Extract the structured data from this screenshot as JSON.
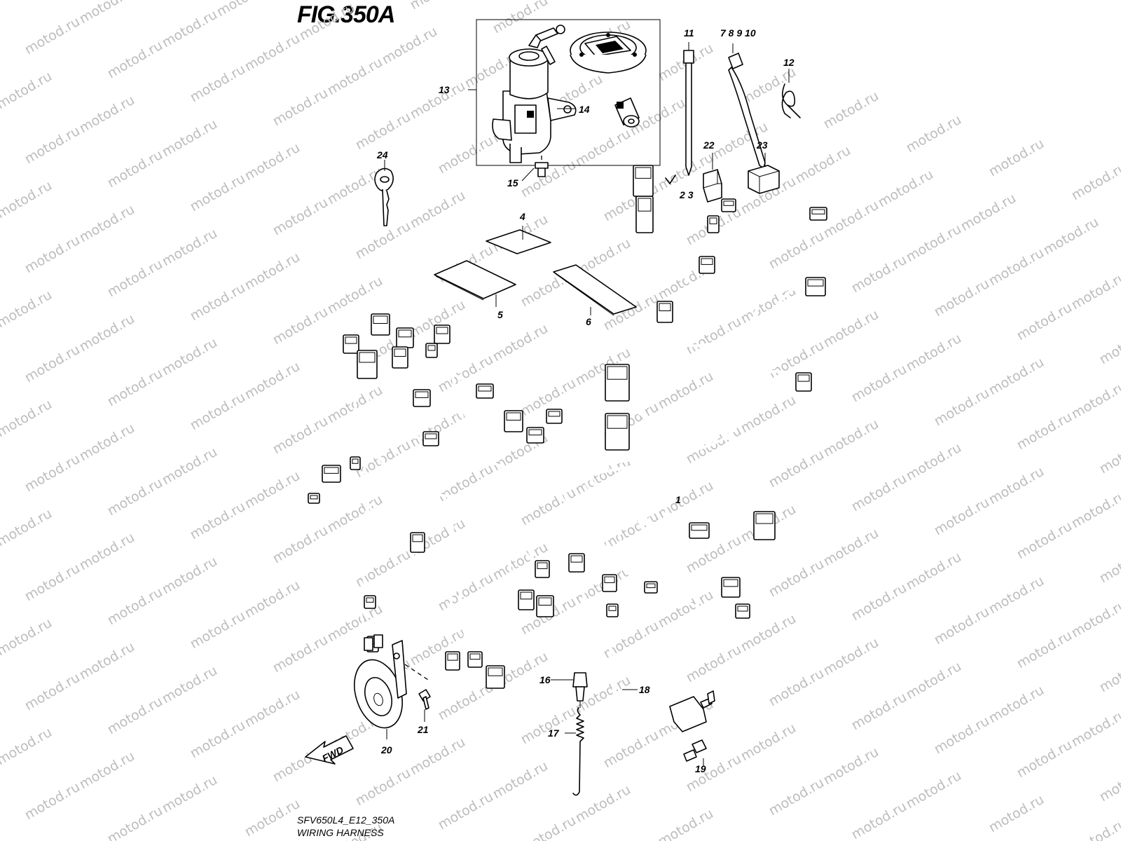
{
  "figure": {
    "title": "FIG.350A",
    "code": "SFV650L4_E12_350A",
    "name": "WIRING HARNESS"
  },
  "watermark": {
    "text": "motod.ru",
    "color": "#bdbdbd"
  },
  "callouts": [
    "1",
    "2",
    "3",
    "4",
    "5",
    "6",
    "7 8 9 10",
    "11",
    "12",
    "13",
    "14",
    "15",
    "16",
    "17",
    "18",
    "19",
    "20",
    "21",
    "22",
    "23",
    "24"
  ],
  "direction_marker": {
    "label": "FWD"
  },
  "colors": {
    "line": "#000000",
    "background": "#ffffff"
  }
}
